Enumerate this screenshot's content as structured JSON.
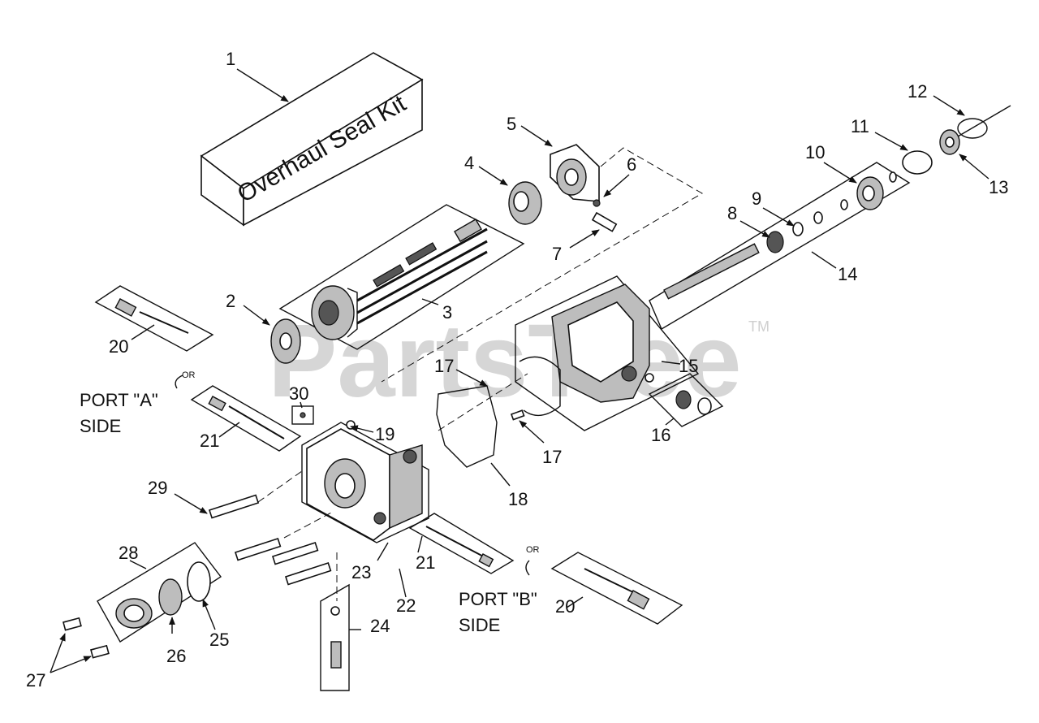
{
  "kit_label": "Overhaul Seal Kit",
  "watermark": "PartsTree",
  "trademark": "TM",
  "or_label": "OR",
  "port_a": {
    "line1": "PORT \"A\"",
    "line2": "SIDE"
  },
  "port_b": {
    "line1": "PORT \"B\"",
    "line2": "SIDE"
  },
  "callouts": {
    "c1": "1",
    "c2": "2",
    "c3": "3",
    "c4": "4",
    "c5": "5",
    "c6": "6",
    "c7": "7",
    "c8": "8",
    "c9": "9",
    "c10": "10",
    "c11": "11",
    "c12": "12",
    "c13": "13",
    "c14": "14",
    "c15": "15",
    "c16": "16",
    "c17a": "17",
    "c17b": "17",
    "c18": "18",
    "c19": "19",
    "c20a": "20",
    "c20b": "20",
    "c21a": "21",
    "c21b": "21",
    "c22": "22",
    "c23": "23",
    "c24": "24",
    "c25": "25",
    "c26": "26",
    "c27": "27",
    "c28": "28",
    "c29": "29",
    "c30": "30"
  }
}
